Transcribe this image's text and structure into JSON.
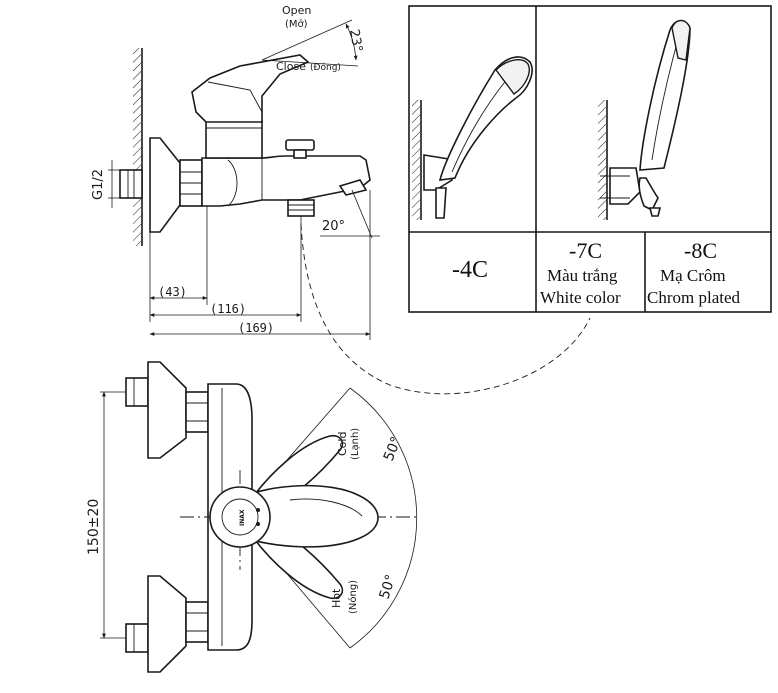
{
  "side_view": {
    "open_label": "Open",
    "open_label_vn": "(Mở)",
    "close_label": "Close",
    "close_label_vn": "(Đóng)",
    "handle_angle": "23°",
    "spout_angle": "20°",
    "thread_label": "G1/2",
    "dim_43": "(43)",
    "dim_116": "(116)",
    "dim_169": "(169)"
  },
  "top_view": {
    "cold_label": "Cold",
    "cold_label_vn": "(Lạnh)",
    "hot_label": "Hot",
    "hot_label_vn": "(Nóng)",
    "cold_angle": "50°",
    "hot_angle": "50°",
    "center_distance": "150±20",
    "brand_mark": "INAX"
  },
  "variants": [
    {
      "code": "-4C",
      "name_vn": "",
      "name_en": ""
    },
    {
      "code": "-7C",
      "name_vn": "Màu trắng",
      "name_en": "White color"
    },
    {
      "code": "-8C",
      "name_vn": "Mạ Crôm",
      "name_en": "Chrom plated"
    }
  ]
}
